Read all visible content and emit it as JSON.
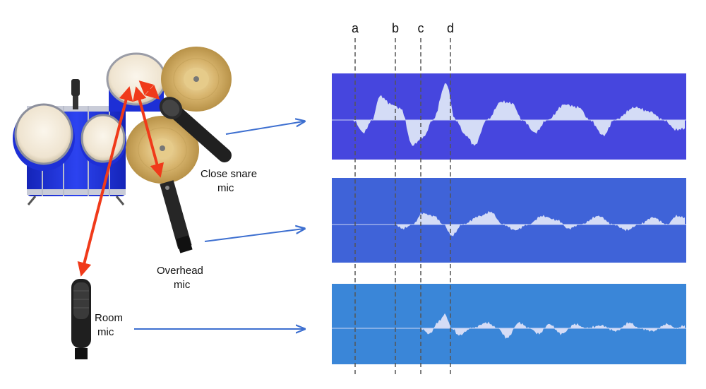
{
  "markers": [
    "a",
    "b",
    "c",
    "d"
  ],
  "mic_labels": {
    "close_line1": "Close snare",
    "close_line2": "mic",
    "overhead_line1": "Overhead",
    "overhead_line2": "mic",
    "room_line1": "Room",
    "room_line2": "mic"
  },
  "colors": {
    "panel_close": "#4646de",
    "panel_overhead": "#3f63d8",
    "panel_room": "#3a86d8",
    "wave_fill": "#d4dcf6",
    "path_arrow": "#f03a1a",
    "link_arrow": "#3d6fd0",
    "drum_shell": "#1d2fd6",
    "cymbal": "#c9a75e"
  }
}
